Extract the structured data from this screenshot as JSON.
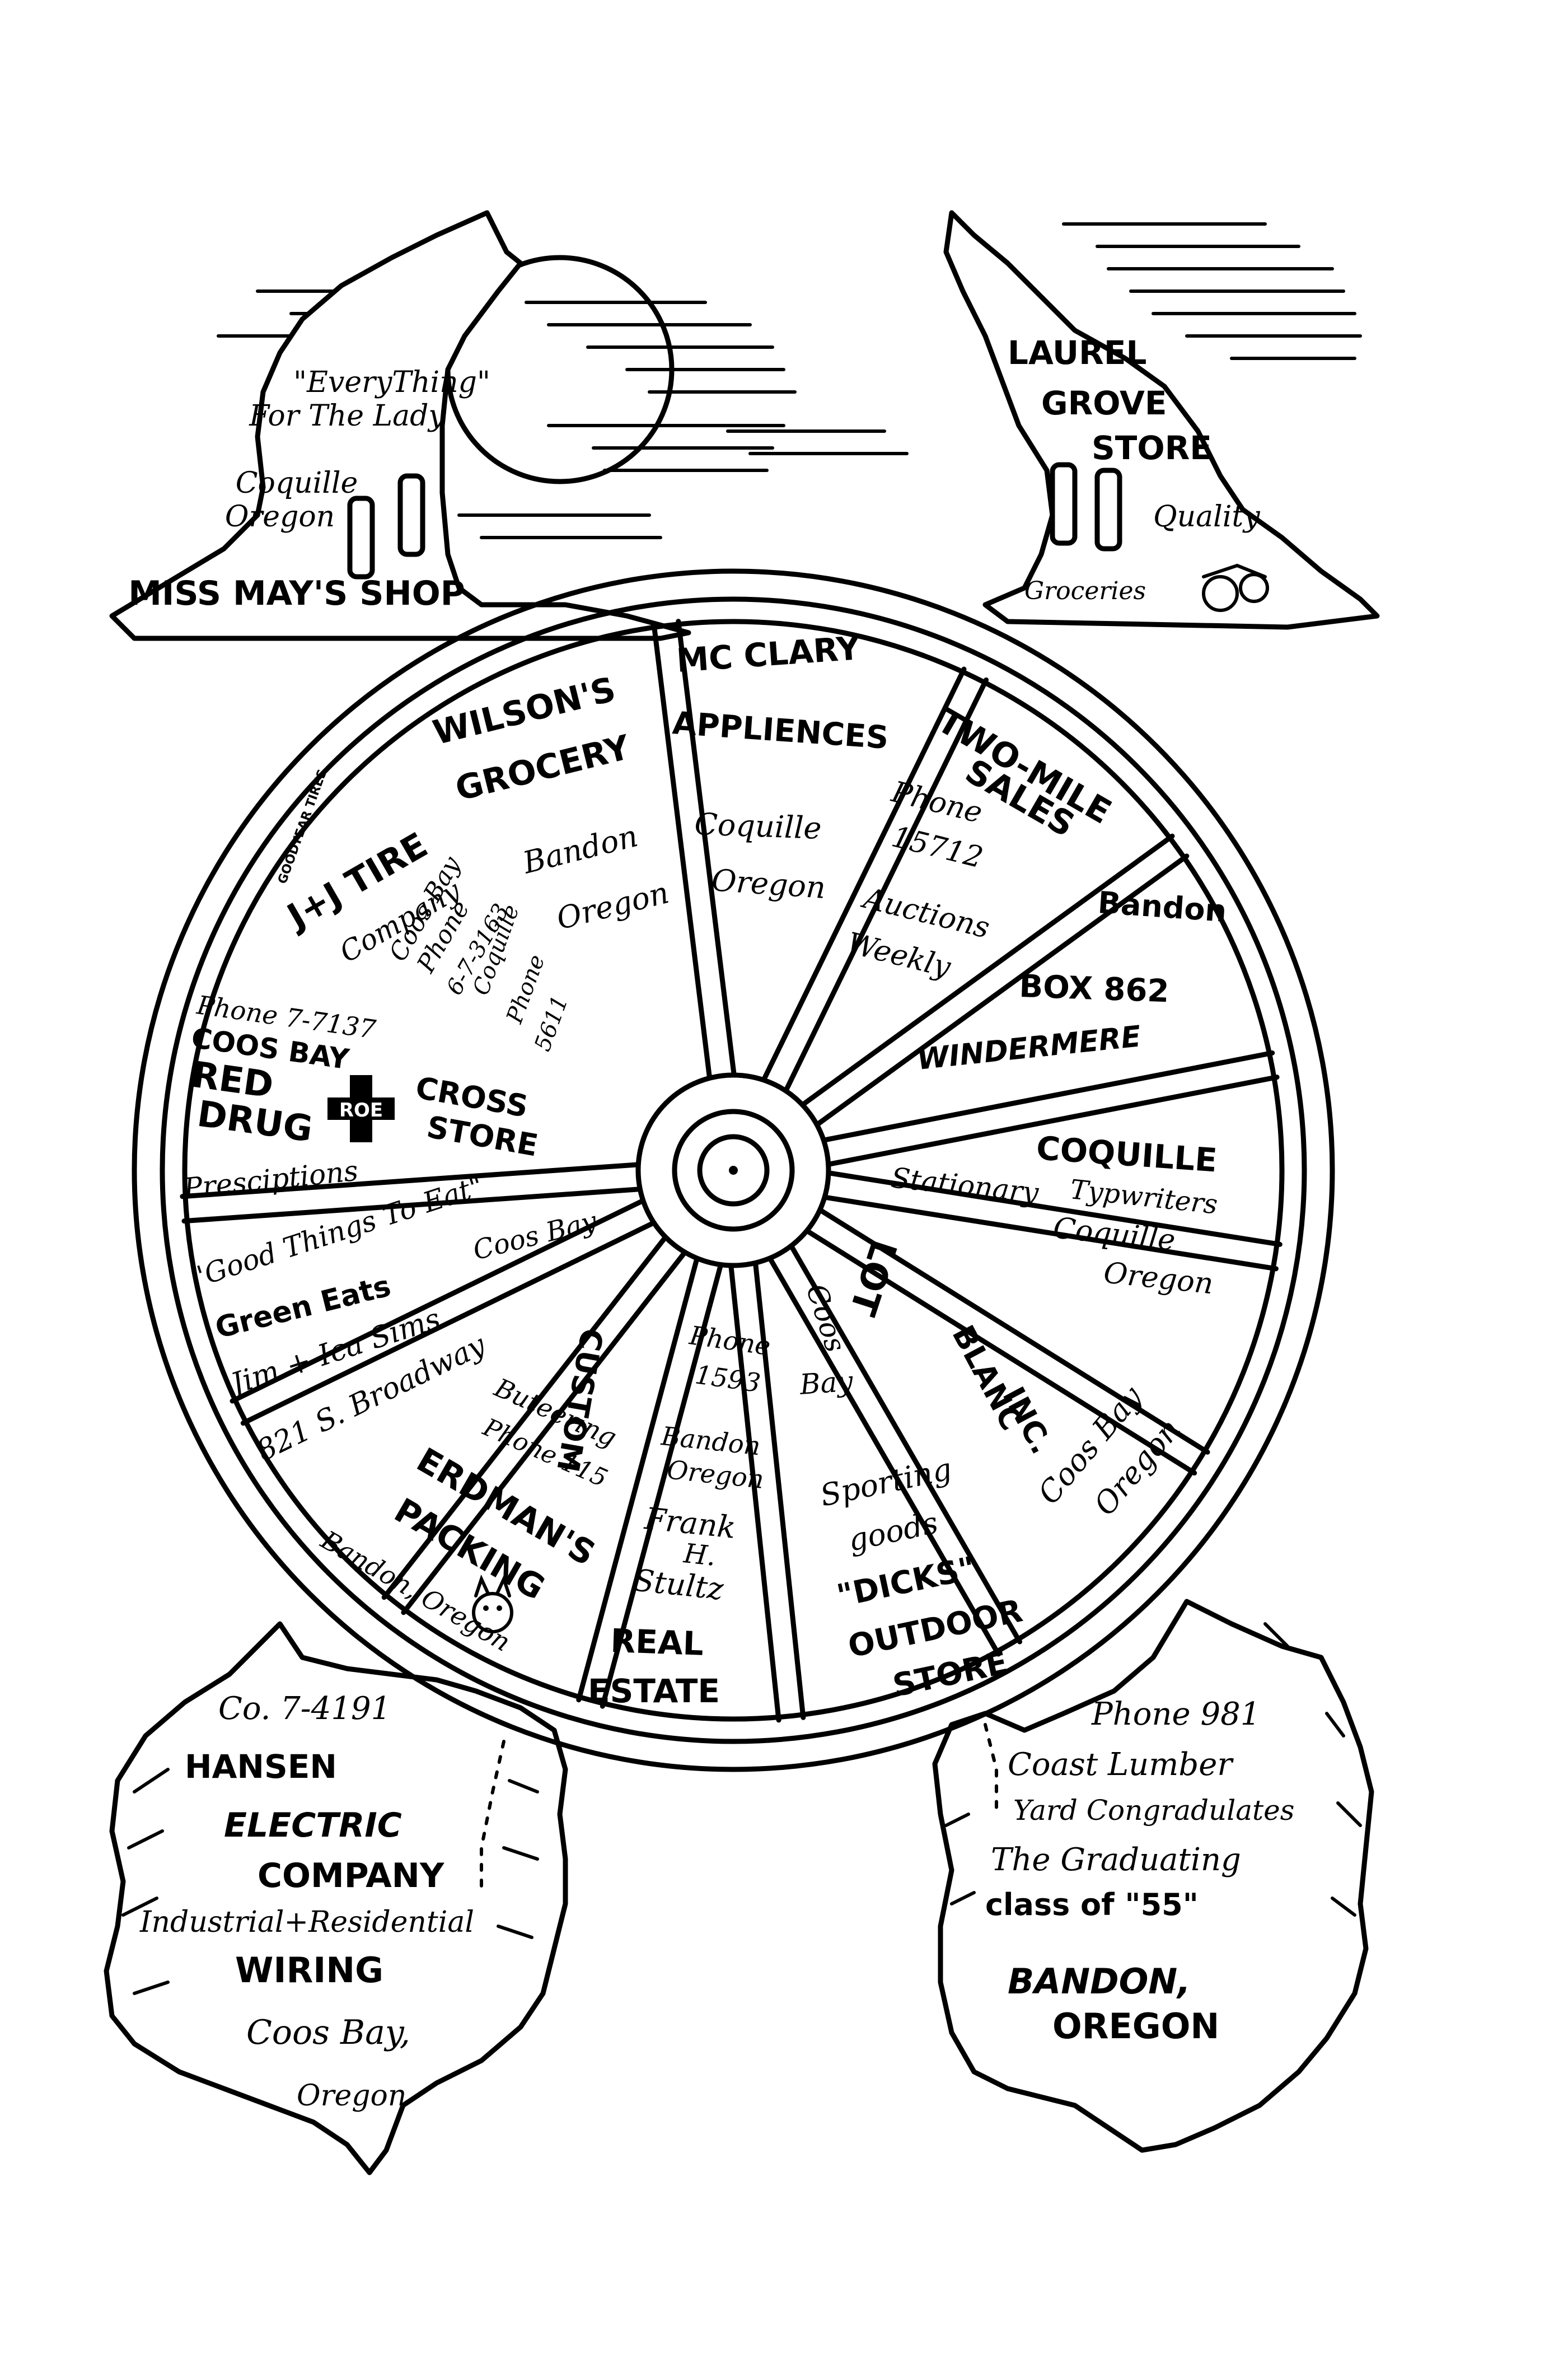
{
  "top_left_ad": {
    "line1": "\"EveryThing\"",
    "line2": "For The Lady",
    "line3": "Coquille",
    "line4": "Oregon",
    "name": "MISS MAY'S SHOP"
  },
  "top_right_ad": {
    "line1": "LAUREL",
    "line2": "GROVE",
    "line3": "STORE",
    "line4": "Quality",
    "line5": "Groceries"
  },
  "wheel_segments": {
    "wilsons": {
      "l1": "WILSON'S",
      "l2": "GROCERY",
      "l3": "Bandon",
      "l4": "Oregon"
    },
    "mcclary": {
      "l1": "MC CLARY",
      "l2": "APPLIENCES",
      "l3": "Coquille",
      "l4": "Oregon"
    },
    "two_mile": {
      "l1": "TWO-MILE",
      "l2": "SALES",
      "l3": "Phone",
      "l4": "15712",
      "l5": "Auctions",
      "l6": "Weekly"
    },
    "windermere": {
      "l1": "Bandon",
      "l2": "BOX 862",
      "l3": "WINDERMERE"
    },
    "coquille_stationary": {
      "l1": "COQUILLE",
      "l2": "Stationary",
      "l3": "Typwriters",
      "l4": "Coquille",
      "l5": "Oregon"
    },
    "blanc": {
      "l1": "BLANC",
      "l2": "INC.",
      "l3": "Coos Bay",
      "l4": "Oregon",
      "l5": "LOT"
    },
    "dicks": {
      "l1": "Coos",
      "l2": "Bay",
      "l3": "Sporting",
      "l4": "goods",
      "l5": "\"DICKS\"",
      "l6": "OUTDOOR",
      "l7": "STORE"
    },
    "stultz": {
      "l1": "Phone",
      "l2": "1593",
      "l3": "Bandon",
      "l4": "Oregon",
      "l5": "Frank",
      "l6": "H.",
      "l7": "Stultz",
      "l8": "REAL",
      "l9": "ESTATE"
    },
    "erdmans": {
      "l1": "CUSTOM",
      "l2": "Buteering",
      "l3": "Phone 115",
      "l4": "ERDMAN'S",
      "l5": "PACKING",
      "l6": "Bandon, Oregon"
    },
    "green_eats": {
      "l1": "\"Good Things To Eat\"",
      "l2": "Coos Bay",
      "l3": "Green Eats",
      "l4": "Jim + Ica Sims",
      "l5": "821 S. Broadway"
    },
    "red_cross": {
      "l1": "Phone 7-7137",
      "l2": "COOS BAY",
      "l3": "RED",
      "l4": "CROSS",
      "l5": "DRUG",
      "l6": "STORE",
      "l7": "Presciptions",
      "logo_letters": "ROE"
    },
    "jj_tire": {
      "l0": "GOODYEAR TIRES",
      "l1": "J+J TIRE",
      "l2": "Company",
      "l3": "Coos Bay",
      "l4": "Phone",
      "l5": "6-7-3163",
      "l6": "Coquille",
      "l7": "Phone",
      "l8": "5611"
    }
  },
  "bottom_left_ad": {
    "line1": "Co. 7-4191",
    "line2": "HANSEN",
    "line3": "ELECTRIC",
    "line4": "COMPANY",
    "line5": "Industrial+Residential",
    "line6": "WIRING",
    "line7": "Coos Bay,",
    "line8": "Oregon"
  },
  "bottom_right_ad": {
    "line1": "Phone 981",
    "line2": "Coast Lumber",
    "line3": "Yard Congradulates",
    "line4": "The Graduating",
    "line5": "class of \"55\"",
    "line6": "BANDON,",
    "line7": "OREGON"
  }
}
